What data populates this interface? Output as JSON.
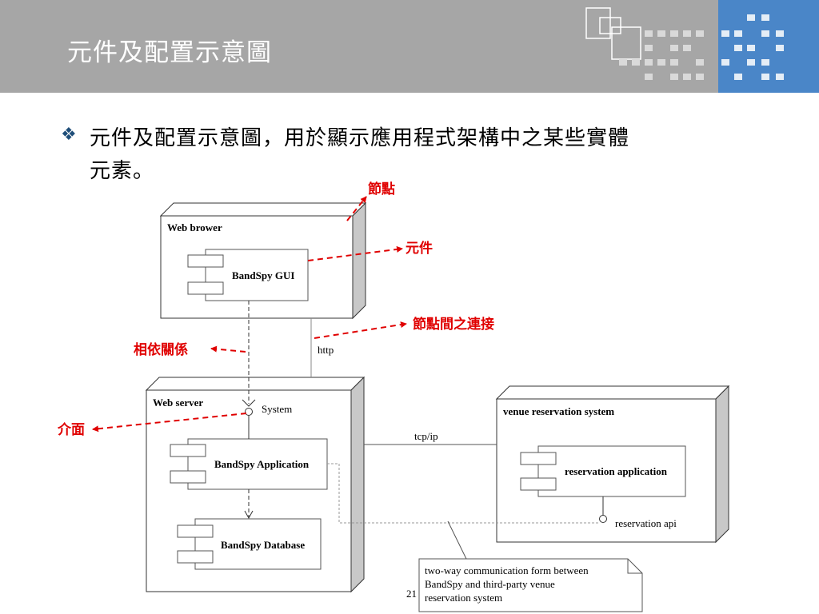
{
  "slide": {
    "title": "元件及配置示意圖",
    "bullet_line1": "元件及配置示意圖，用於顯示應用程式架構中之某些實體",
    "bullet_line2": "元素。",
    "page_number": "21"
  },
  "annotations": {
    "node": "節點",
    "component": "元件",
    "connection": "節點間之連接",
    "dependency": "相依關係",
    "interface": "介面"
  },
  "nodes": {
    "browser": {
      "title": "Web brower",
      "component": "BandSpy GUI"
    },
    "server": {
      "title": "Web server",
      "interface": "System",
      "component_app": "BandSpy Application",
      "component_db": "BandSpy Database"
    },
    "venue": {
      "title": "venue reservation system",
      "component": "reservation application",
      "interface": "reservation api"
    }
  },
  "links": {
    "http": "http",
    "tcpip": "tcp/ip"
  },
  "note": {
    "line1": "two-way communication form between",
    "line2": "BandSpy and third-party venue",
    "line3": "reservation system"
  },
  "colors": {
    "header_gray": "#a6a6a6",
    "header_blue": "#4a86c8",
    "annotation_red": "#e00000",
    "bullet_blue": "#1f4e79"
  }
}
